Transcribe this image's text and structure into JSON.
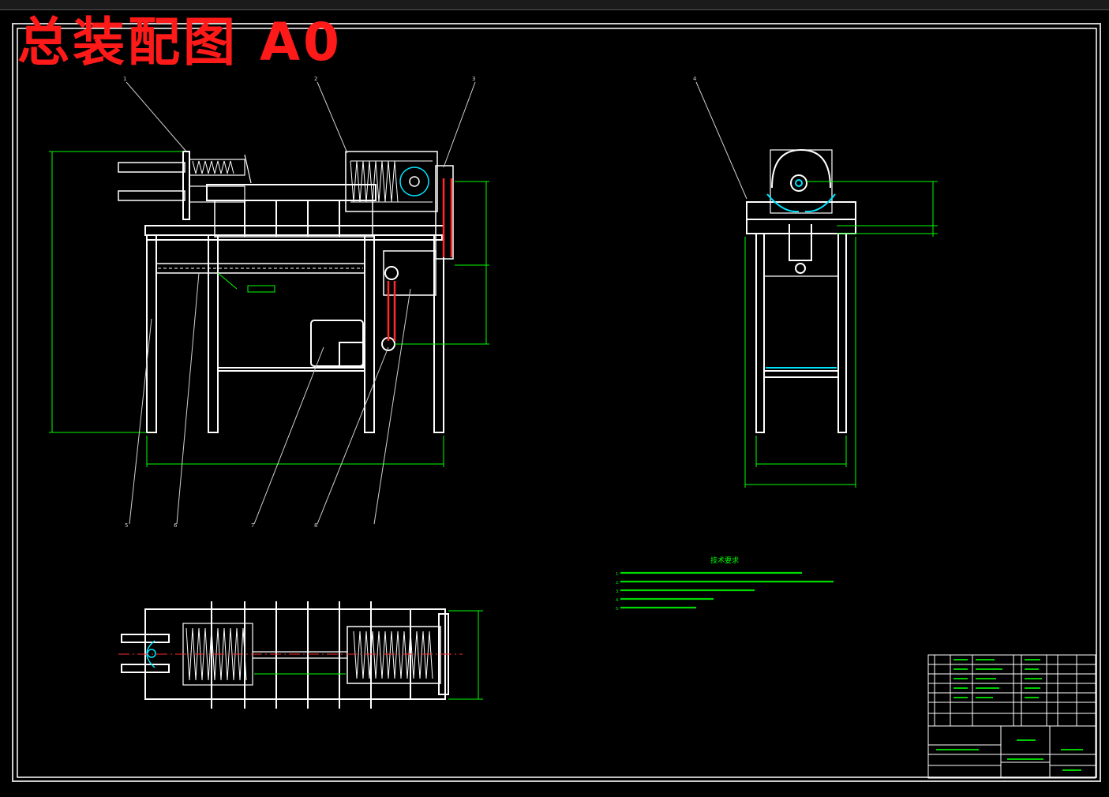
{
  "title": "总装配图 A0",
  "notes_heading": "技术要求",
  "note_lines": [
    "1.",
    "2.",
    "3.",
    "4.",
    "5."
  ],
  "balloons": [
    "1",
    "2",
    "3",
    "4",
    "5",
    "6",
    "7",
    "8"
  ],
  "colors": {
    "background": "#000000",
    "outline": "#ffffff",
    "dimension": "#00ff00",
    "hidden": "#00e5ff",
    "belt": "#ff2a2a",
    "title_overlay": "#ff1a1a"
  }
}
